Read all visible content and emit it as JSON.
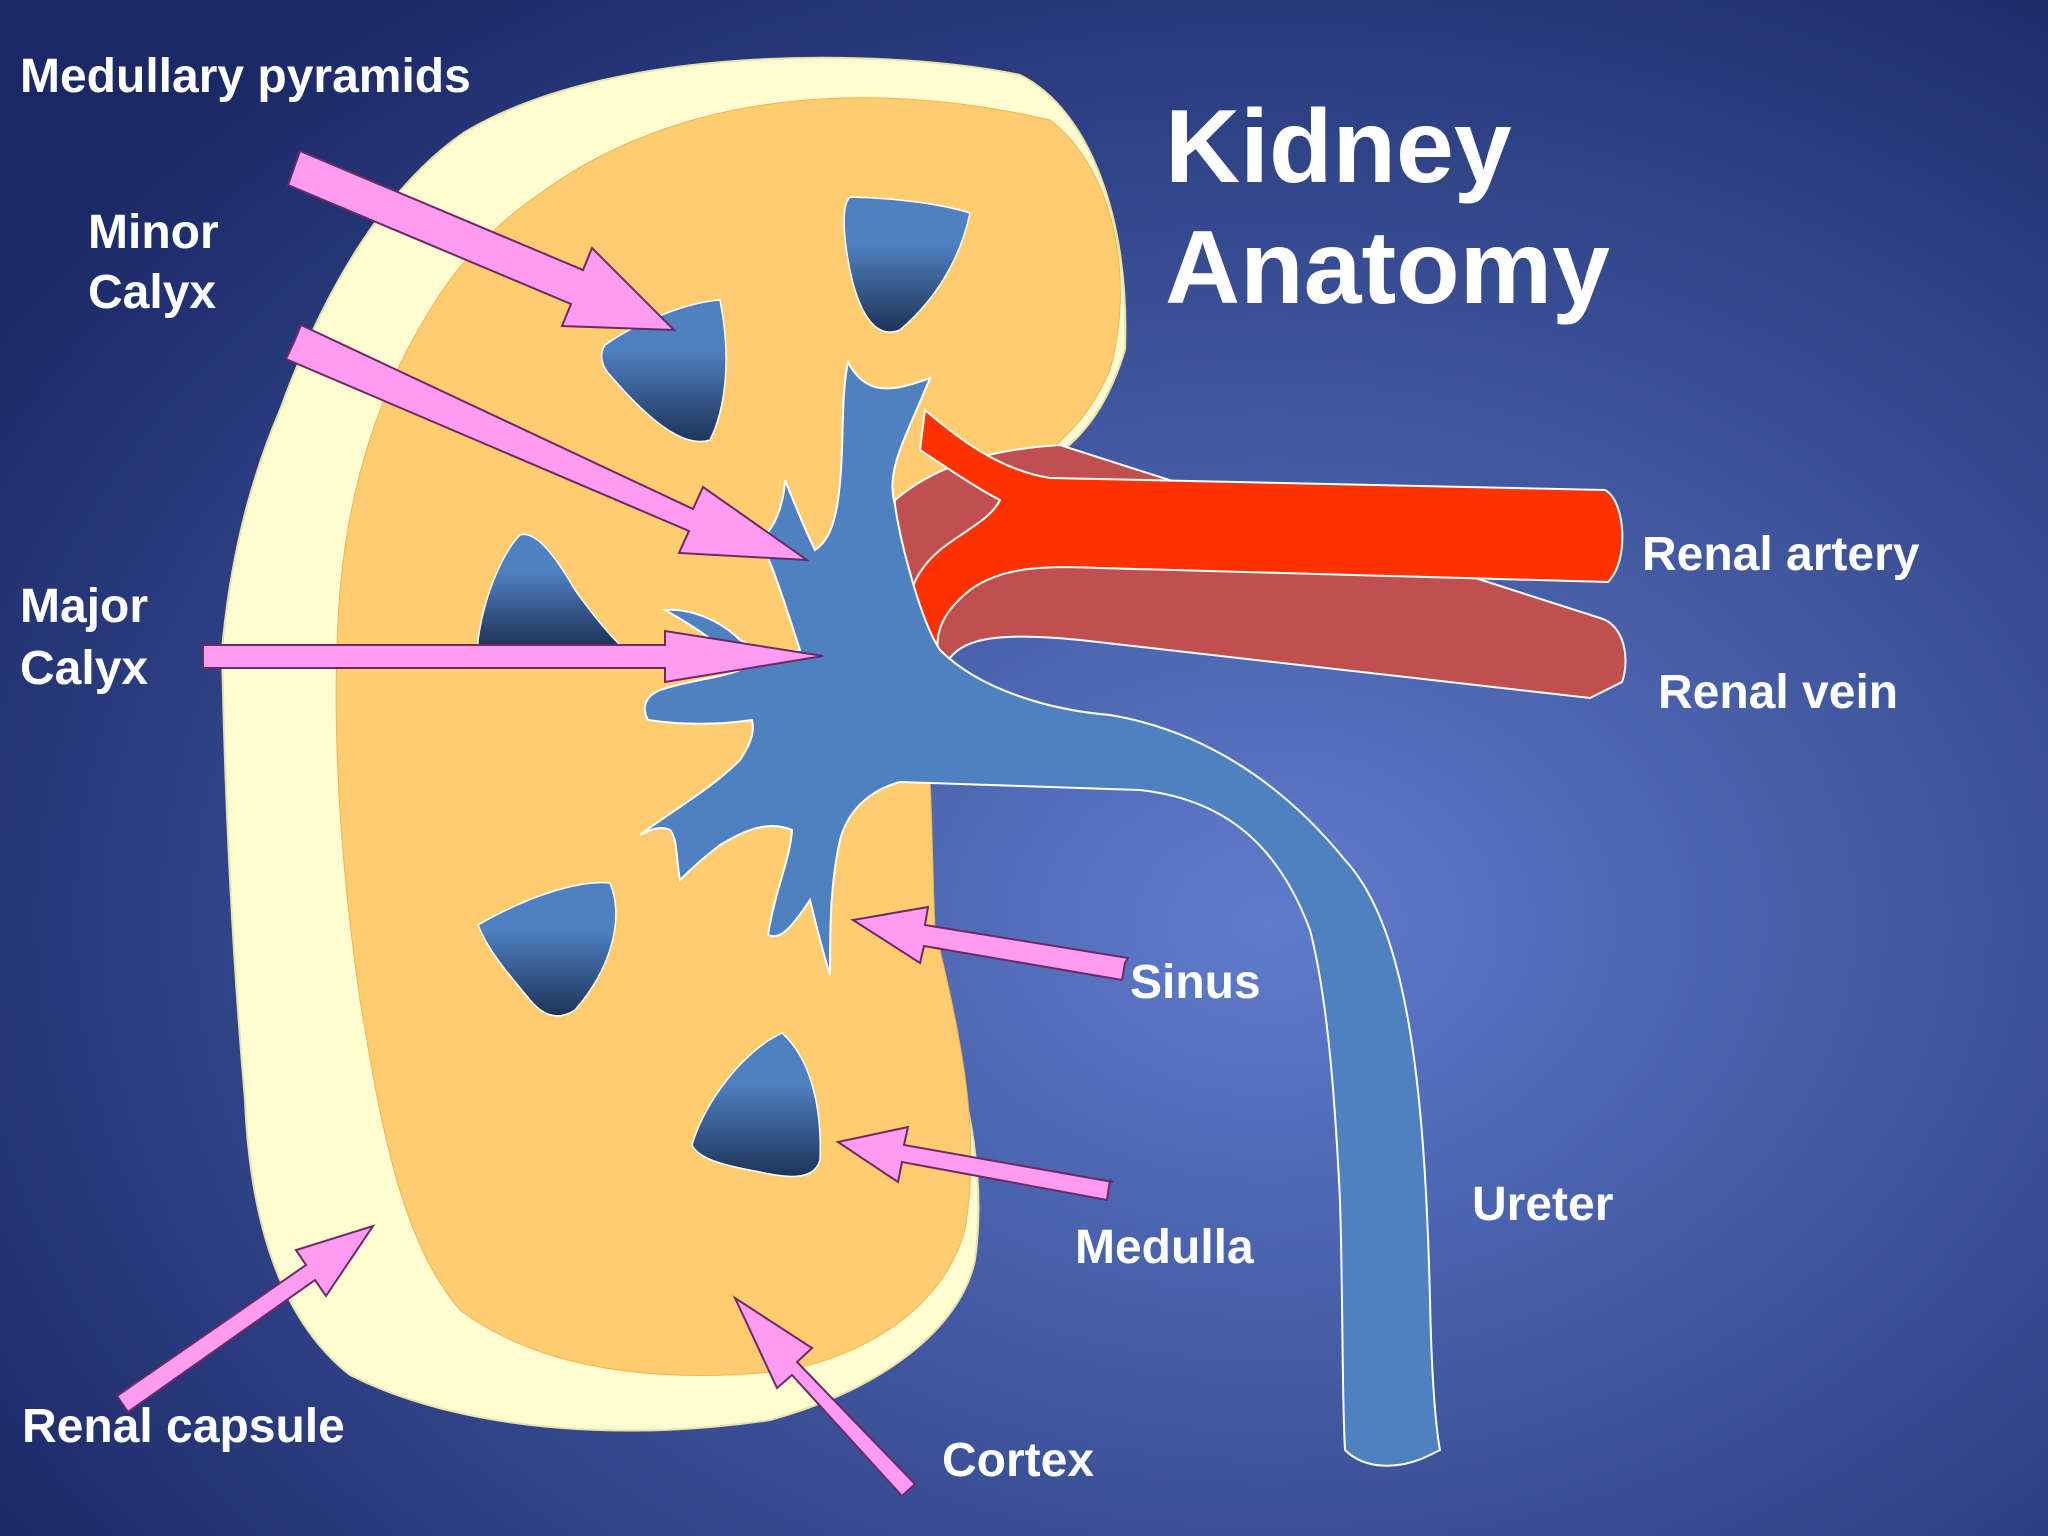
{
  "title": {
    "line1": "Kidney",
    "line2": "Anatomy"
  },
  "labels": {
    "medullary_pyramids": "Medullary pyramids",
    "minor_calyx_line1": "Minor",
    "minor_calyx_line2": "Calyx",
    "major_calyx_line1": "Major",
    "major_calyx_line2": "Calyx",
    "renal_artery": "Renal artery",
    "renal_vein": "Renal vein",
    "sinus": "Sinus",
    "ureter": "Ureter",
    "medulla": "Medulla",
    "renal_capsule": "Renal capsule",
    "cortex": "Cortex"
  },
  "colors": {
    "background_center": "#5f7ccc",
    "background_edge": "#1a2866",
    "capsule": "#fffcd2",
    "cortex": "#ffcc70",
    "pelvis": "#4f80c0",
    "pyramid_top": "#4f80c0",
    "pyramid_bottom": "#1e3358",
    "artery": "#ff3300",
    "vein": "#c05050",
    "arrow": "#ff9cf2"
  }
}
